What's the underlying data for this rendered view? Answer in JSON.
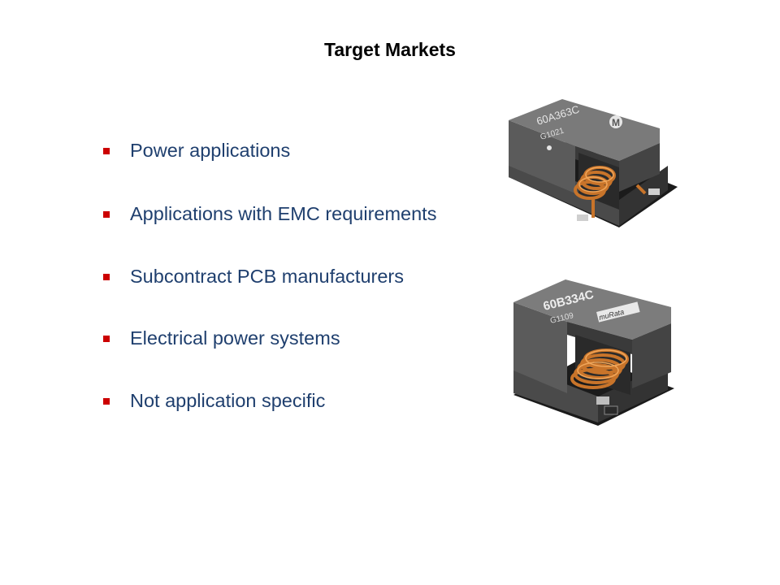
{
  "slide": {
    "title": "Target Markets"
  },
  "bullets": [
    "Power applications",
    "Applications with EMC requirements",
    "Subcontract PCB manufacturers",
    "Electrical power systems",
    "Not application specific"
  ],
  "products": [
    {
      "marking_line1": "60A363C",
      "marking_line2": "G1021",
      "logo": "M"
    },
    {
      "marking_line1": "60B334C",
      "marking_line2": "G1109",
      "logo": "muRata"
    }
  ],
  "colors": {
    "bullet_marker": "#cc0000",
    "bullet_text": "#1f3f6e",
    "title": "#000000"
  }
}
